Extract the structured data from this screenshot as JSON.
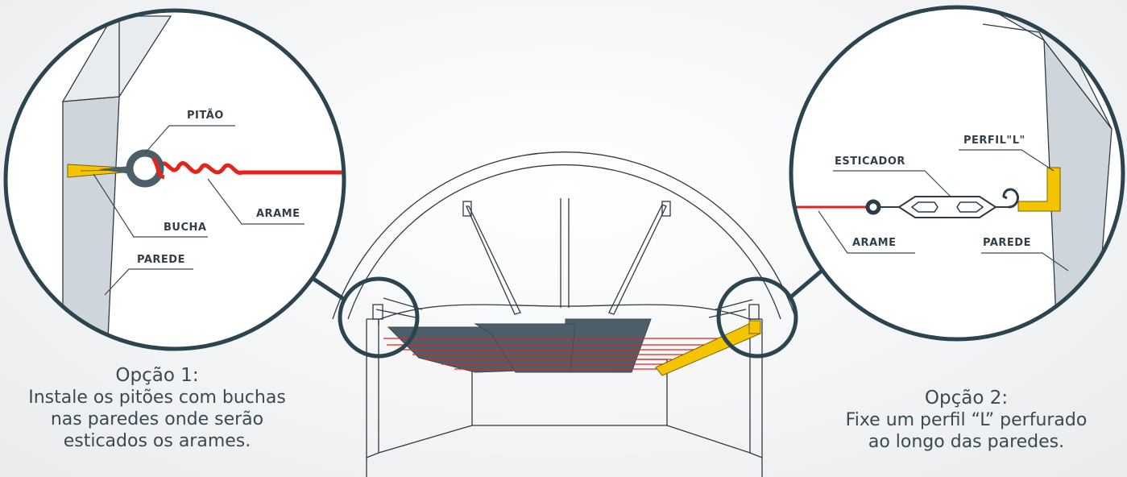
{
  "option1": {
    "labels": {
      "pitao": "PITÃO",
      "arame": "ARAME",
      "bucha": "BUCHA",
      "parede": "PAREDE"
    },
    "caption_title": "Opção 1:",
    "caption_lines": [
      "Instale os pitões com buchas",
      "nas paredes onde serão",
      "esticados os arames."
    ]
  },
  "option2": {
    "labels": {
      "perfil": "PERFIL\"L\"",
      "esticador": "ESTICADOR",
      "arame": "ARAME",
      "parede": "PAREDE"
    },
    "caption_title": "Opção 2:",
    "caption_lines": [
      "Fixe um perfil “L” perfurado",
      "ao longo das paredes."
    ]
  },
  "colors": {
    "circle_border": "#2c4450",
    "wall": "#cfd6db",
    "wire": "#e5231b",
    "bracket": "#f5c400",
    "awning": "#4c5e69",
    "text": "#3a4a55"
  }
}
